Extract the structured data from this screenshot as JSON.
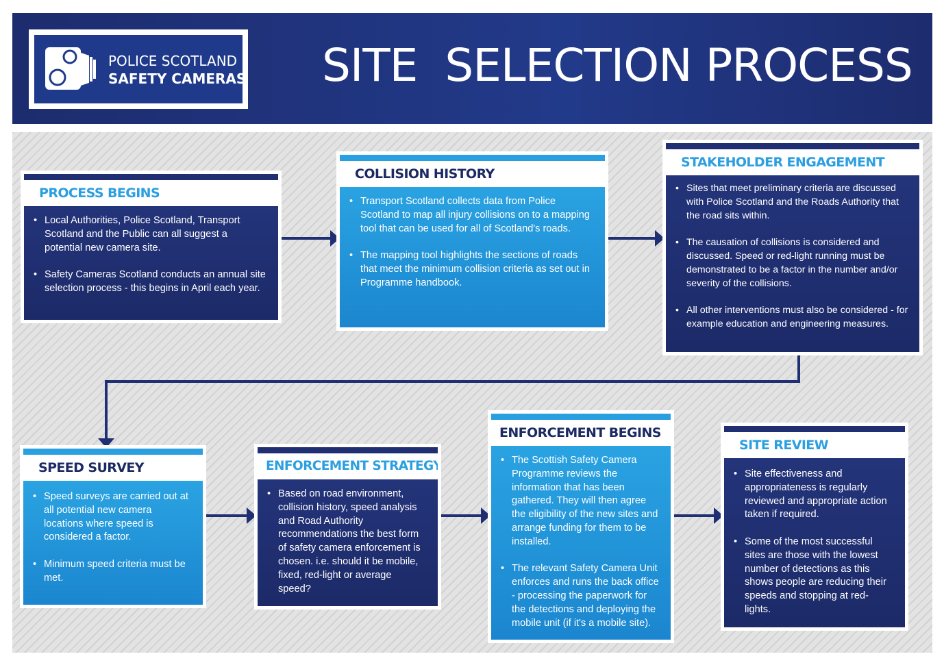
{
  "header": {
    "logo_line1": "POLICE SCOTLAND",
    "logo_line2": "SAFETY CAMERAS",
    "logo_icon": "camera-icon",
    "title": "SITE  SELECTION PROCESS"
  },
  "colors": {
    "navy": "#1f2f72",
    "light_blue": "#2a9fe0",
    "header_bg": "#203a8b",
    "stage_bg": "#e3e3e3"
  },
  "steps": [
    {
      "title": "PROCESS BEGINS",
      "bullets": [
        "Local Authorities, Police Scotland, Transport Scotland and the Public can all suggest a potential new camera site.",
        "Safety Cameras Scotland conducts an annual site selection process - this begins in April each year."
      ]
    },
    {
      "title": "COLLISION HISTORY",
      "bullets": [
        "Transport Scotland collects data from Police Scotland to map all injury collisions on to a mapping tool that can be used for all of Scotland's roads.",
        "The mapping tool highlights the sections of roads that meet the minimum collision criteria as set out in Programme handbook."
      ]
    },
    {
      "title": "STAKEHOLDER ENGAGEMENT",
      "bullets": [
        "Sites that meet preliminary criteria are discussed with Police Scotland and the Roads Authority that the road sits within.",
        "The causation of collisions is considered and discussed. Speed or red-light running must be demonstrated to be a factor in the number and/or severity of the collisions.",
        "All other interventions must also be considered - for example education and engineering measures."
      ]
    },
    {
      "title": "SPEED SURVEY",
      "bullets": [
        "Speed surveys are carried out at all potential new camera locations where speed is considered a factor.",
        "Minimum speed criteria must be met."
      ]
    },
    {
      "title": "ENFORCEMENT STRATEGY",
      "bullets": [
        "Based on road environment, collision history, speed analysis and Road Authority recommendations the best form of safety camera enforcement is chosen. i.e. should it be mobile, fixed, red-light or average speed?"
      ]
    },
    {
      "title": "ENFORCEMENT BEGINS",
      "bullets": [
        "The Scottish Safety Camera Programme reviews the information that has been gathered. They will then agree the eligibility of the new sites and arrange funding for them to be installed.",
        "The relevant Safety Camera Unit enforces and runs the back office - processing the paperwork for the detections and deploying the mobile unit (if it's a mobile site)."
      ]
    },
    {
      "title": "SITE REVIEW",
      "bullets": [
        "Site effectiveness and appropriateness is regularly reviewed and appropriate action taken if required.",
        "Some of the most successful sites are those with the lowest number of detections as this shows people are reducing their speeds and stopping at red-lights."
      ]
    }
  ]
}
